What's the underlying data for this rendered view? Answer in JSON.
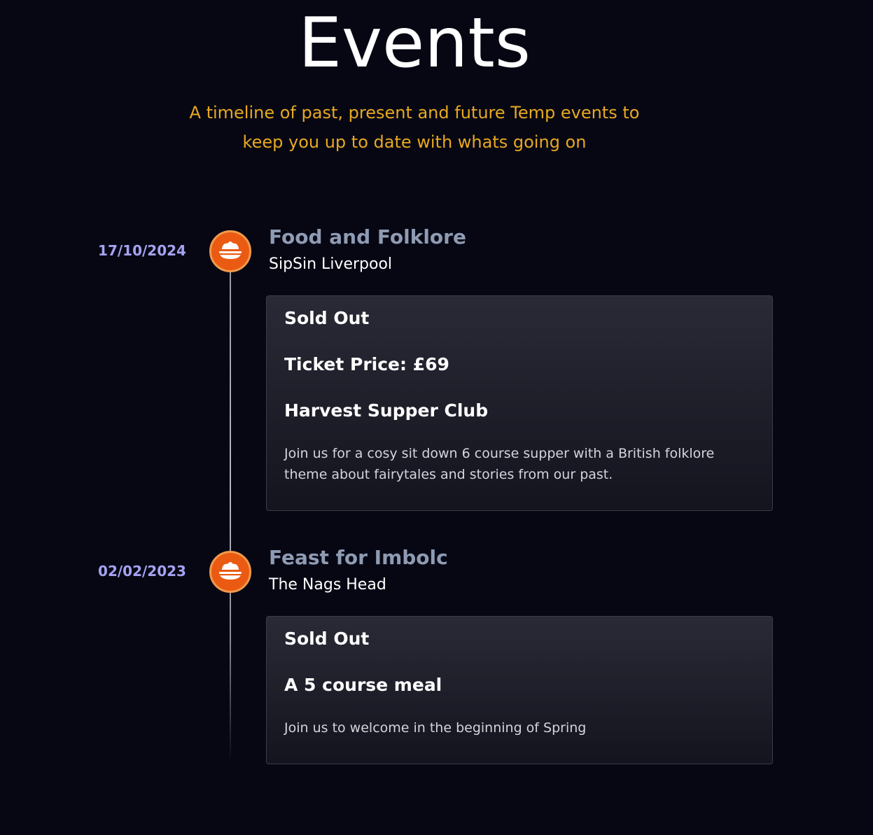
{
  "header": {
    "title": "Events",
    "subtitle": "A timeline of past, present and future Temp events to keep you up to date with whats going on"
  },
  "events": [
    {
      "date": "17/10/2024",
      "icon": "food-bowl-icon",
      "name": "Food and Folklore",
      "venue": "SipSin Liverpool",
      "status": "Sold Out",
      "price": "Ticket Price: £69",
      "card_title": "Harvest Supper Club",
      "description": "Join us for a cosy sit down 6 course supper with a British folklore theme about fairytales and stories from our past."
    },
    {
      "date": "02/02/2023",
      "icon": "food-bowl-icon",
      "name": "Feast for Imbolc",
      "venue": "The Nags Head",
      "status": "Sold Out",
      "card_title": "A 5 course meal",
      "description": "Join us to welcome in the beginning of Spring"
    }
  ],
  "colors": {
    "background": "#070714",
    "accent": "#e7a91f",
    "date": "#a5a3f2",
    "marker": "#ea5a13"
  }
}
